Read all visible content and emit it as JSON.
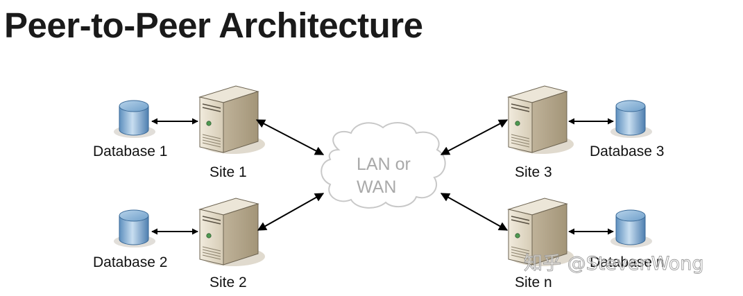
{
  "title": "Peer-to-Peer Architecture",
  "cloud": {
    "line1": "LAN or",
    "line2": "WAN"
  },
  "sites": [
    {
      "site_label": "Site 1",
      "db_label": "Database 1",
      "icon": "server-tower-icon"
    },
    {
      "site_label": "Site 2",
      "db_label": "Database 2",
      "icon": "server-tower-icon"
    },
    {
      "site_label": "Site 3",
      "db_label": "Database 3",
      "icon": "server-tower-icon"
    },
    {
      "site_label": "Site n",
      "db_label": "Database n",
      "icon": "server-tower-icon"
    }
  ],
  "watermark": "知乎 @StevenWong",
  "colors": {
    "database_blue": "#8fb8d9",
    "server_beige": "#e4dccb",
    "cloud_outline": "#c8c8c8",
    "arrow": "#000000"
  }
}
